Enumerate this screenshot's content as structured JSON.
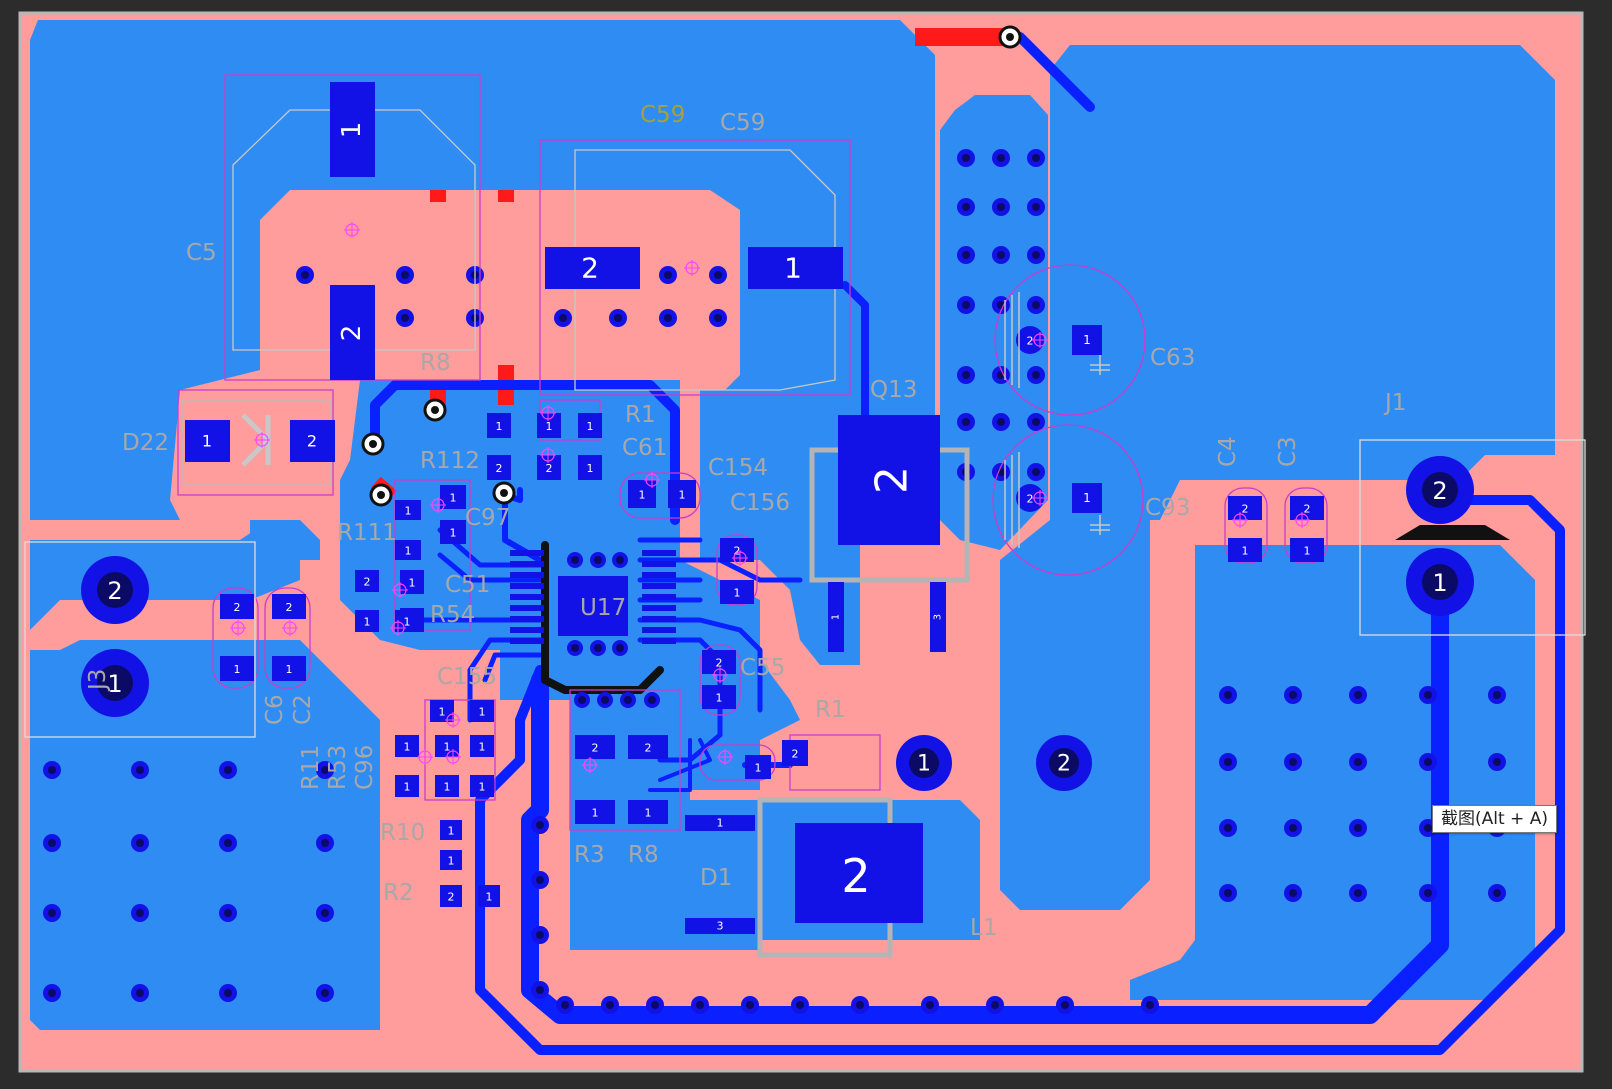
{
  "colors": {
    "board_edge": "#b8b8b8",
    "top_copper": "#ff9c9c",
    "bottom_copper": "#2f8cf3",
    "bottom_trace": "#0a20ff",
    "pad": "#1212e6",
    "top_trace": "#ff1a1a",
    "silkscreen": "#c8c8c8",
    "overlay": "#cc3ccc",
    "via_hole": "#0b0b66"
  },
  "labels": {
    "c5": "C5",
    "c59a": "C59",
    "c59b": "C59",
    "d22": "D22",
    "r8": "R8",
    "r1_top": "R1",
    "c61": "C61",
    "r112": "R112",
    "c154": "C154",
    "c156": "C156",
    "q13": "Q13",
    "c63": "C63",
    "c93": "C93",
    "c4": "C4",
    "c3": "C3",
    "j1": "J1",
    "r111": "R111",
    "c97": "C97",
    "c51": "C51",
    "r54": "R54",
    "c155": "C155",
    "c6": "C6",
    "c2": "C2",
    "r11": "R11",
    "r53": "R53",
    "c96": "C96",
    "c55": "C55",
    "r1": "R1",
    "r10": "R10",
    "r2": "R2",
    "r3": "R3",
    "r8b": "R8",
    "d1": "D1",
    "l1": "L1",
    "j3": "J3",
    "u17": "U17"
  },
  "pads": {
    "p1": "1",
    "p2": "2",
    "p3": "3"
  },
  "tooltip": {
    "text": "截图(Alt + A)"
  }
}
